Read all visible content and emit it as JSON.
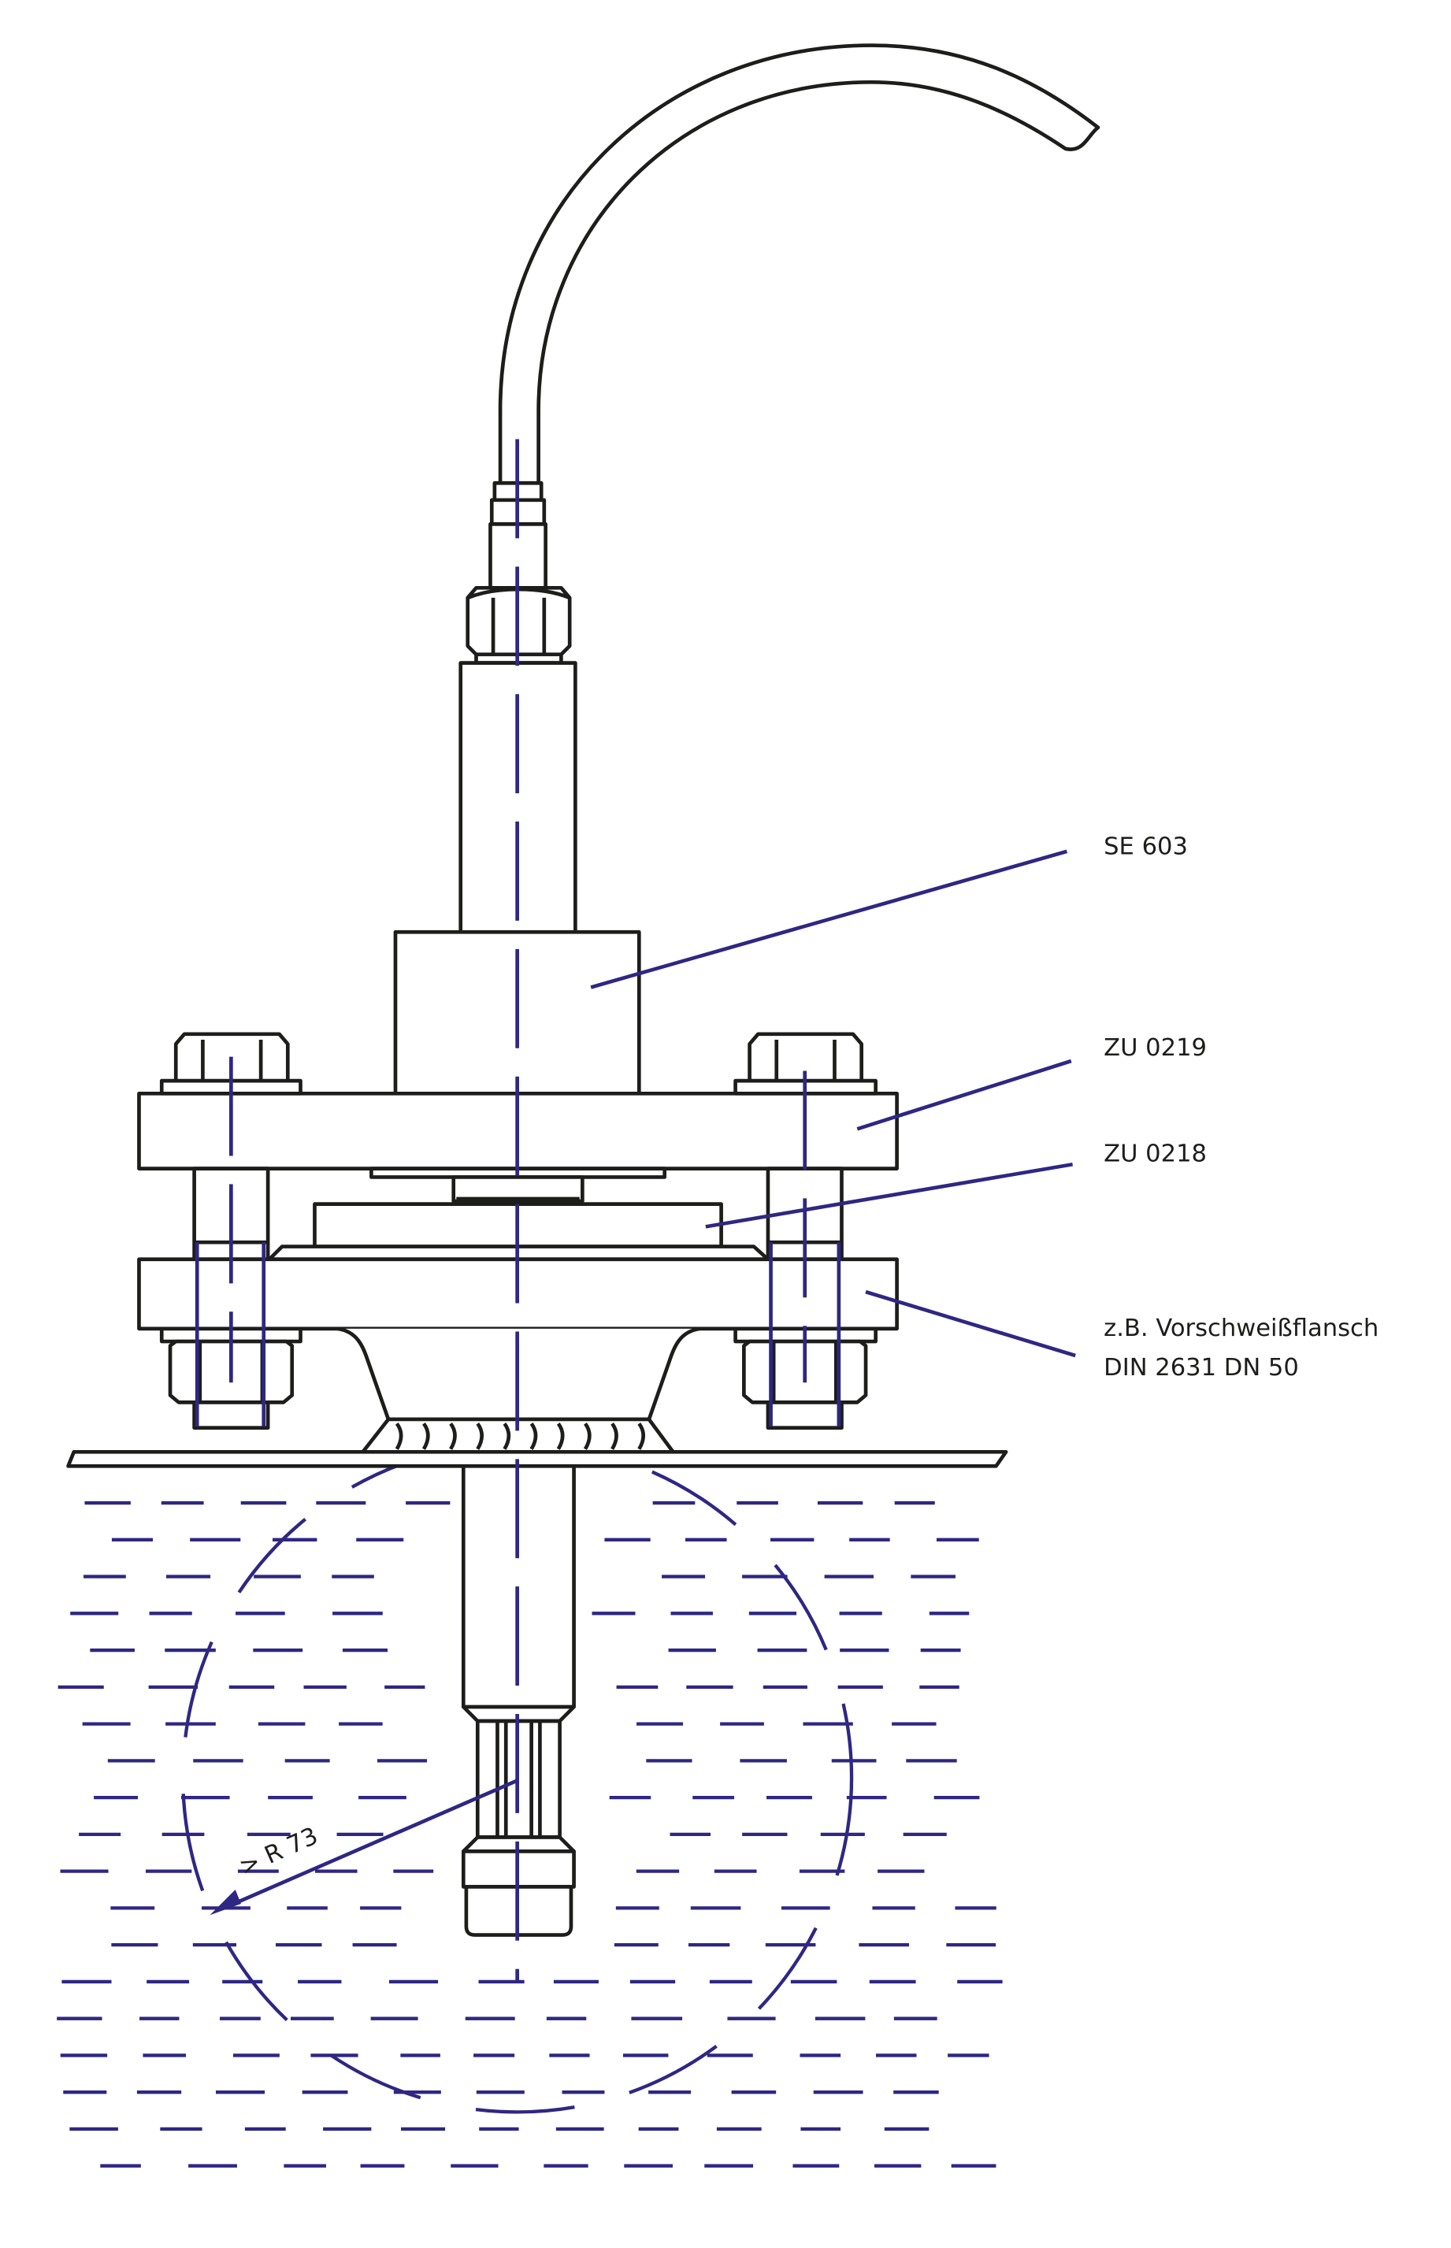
{
  "labels": {
    "sensor": "SE 603",
    "adapter_upper": "ZU 0219",
    "adapter_lower": "ZU 0218",
    "flange_line1": "z.B. Vorschweißflansch",
    "flange_line2": "DIN 2631 DN 50"
  },
  "dimension": {
    "radius_label": "> R 73"
  },
  "colors": {
    "outline": "#1d1d1b",
    "annotation": "#2e2783"
  }
}
